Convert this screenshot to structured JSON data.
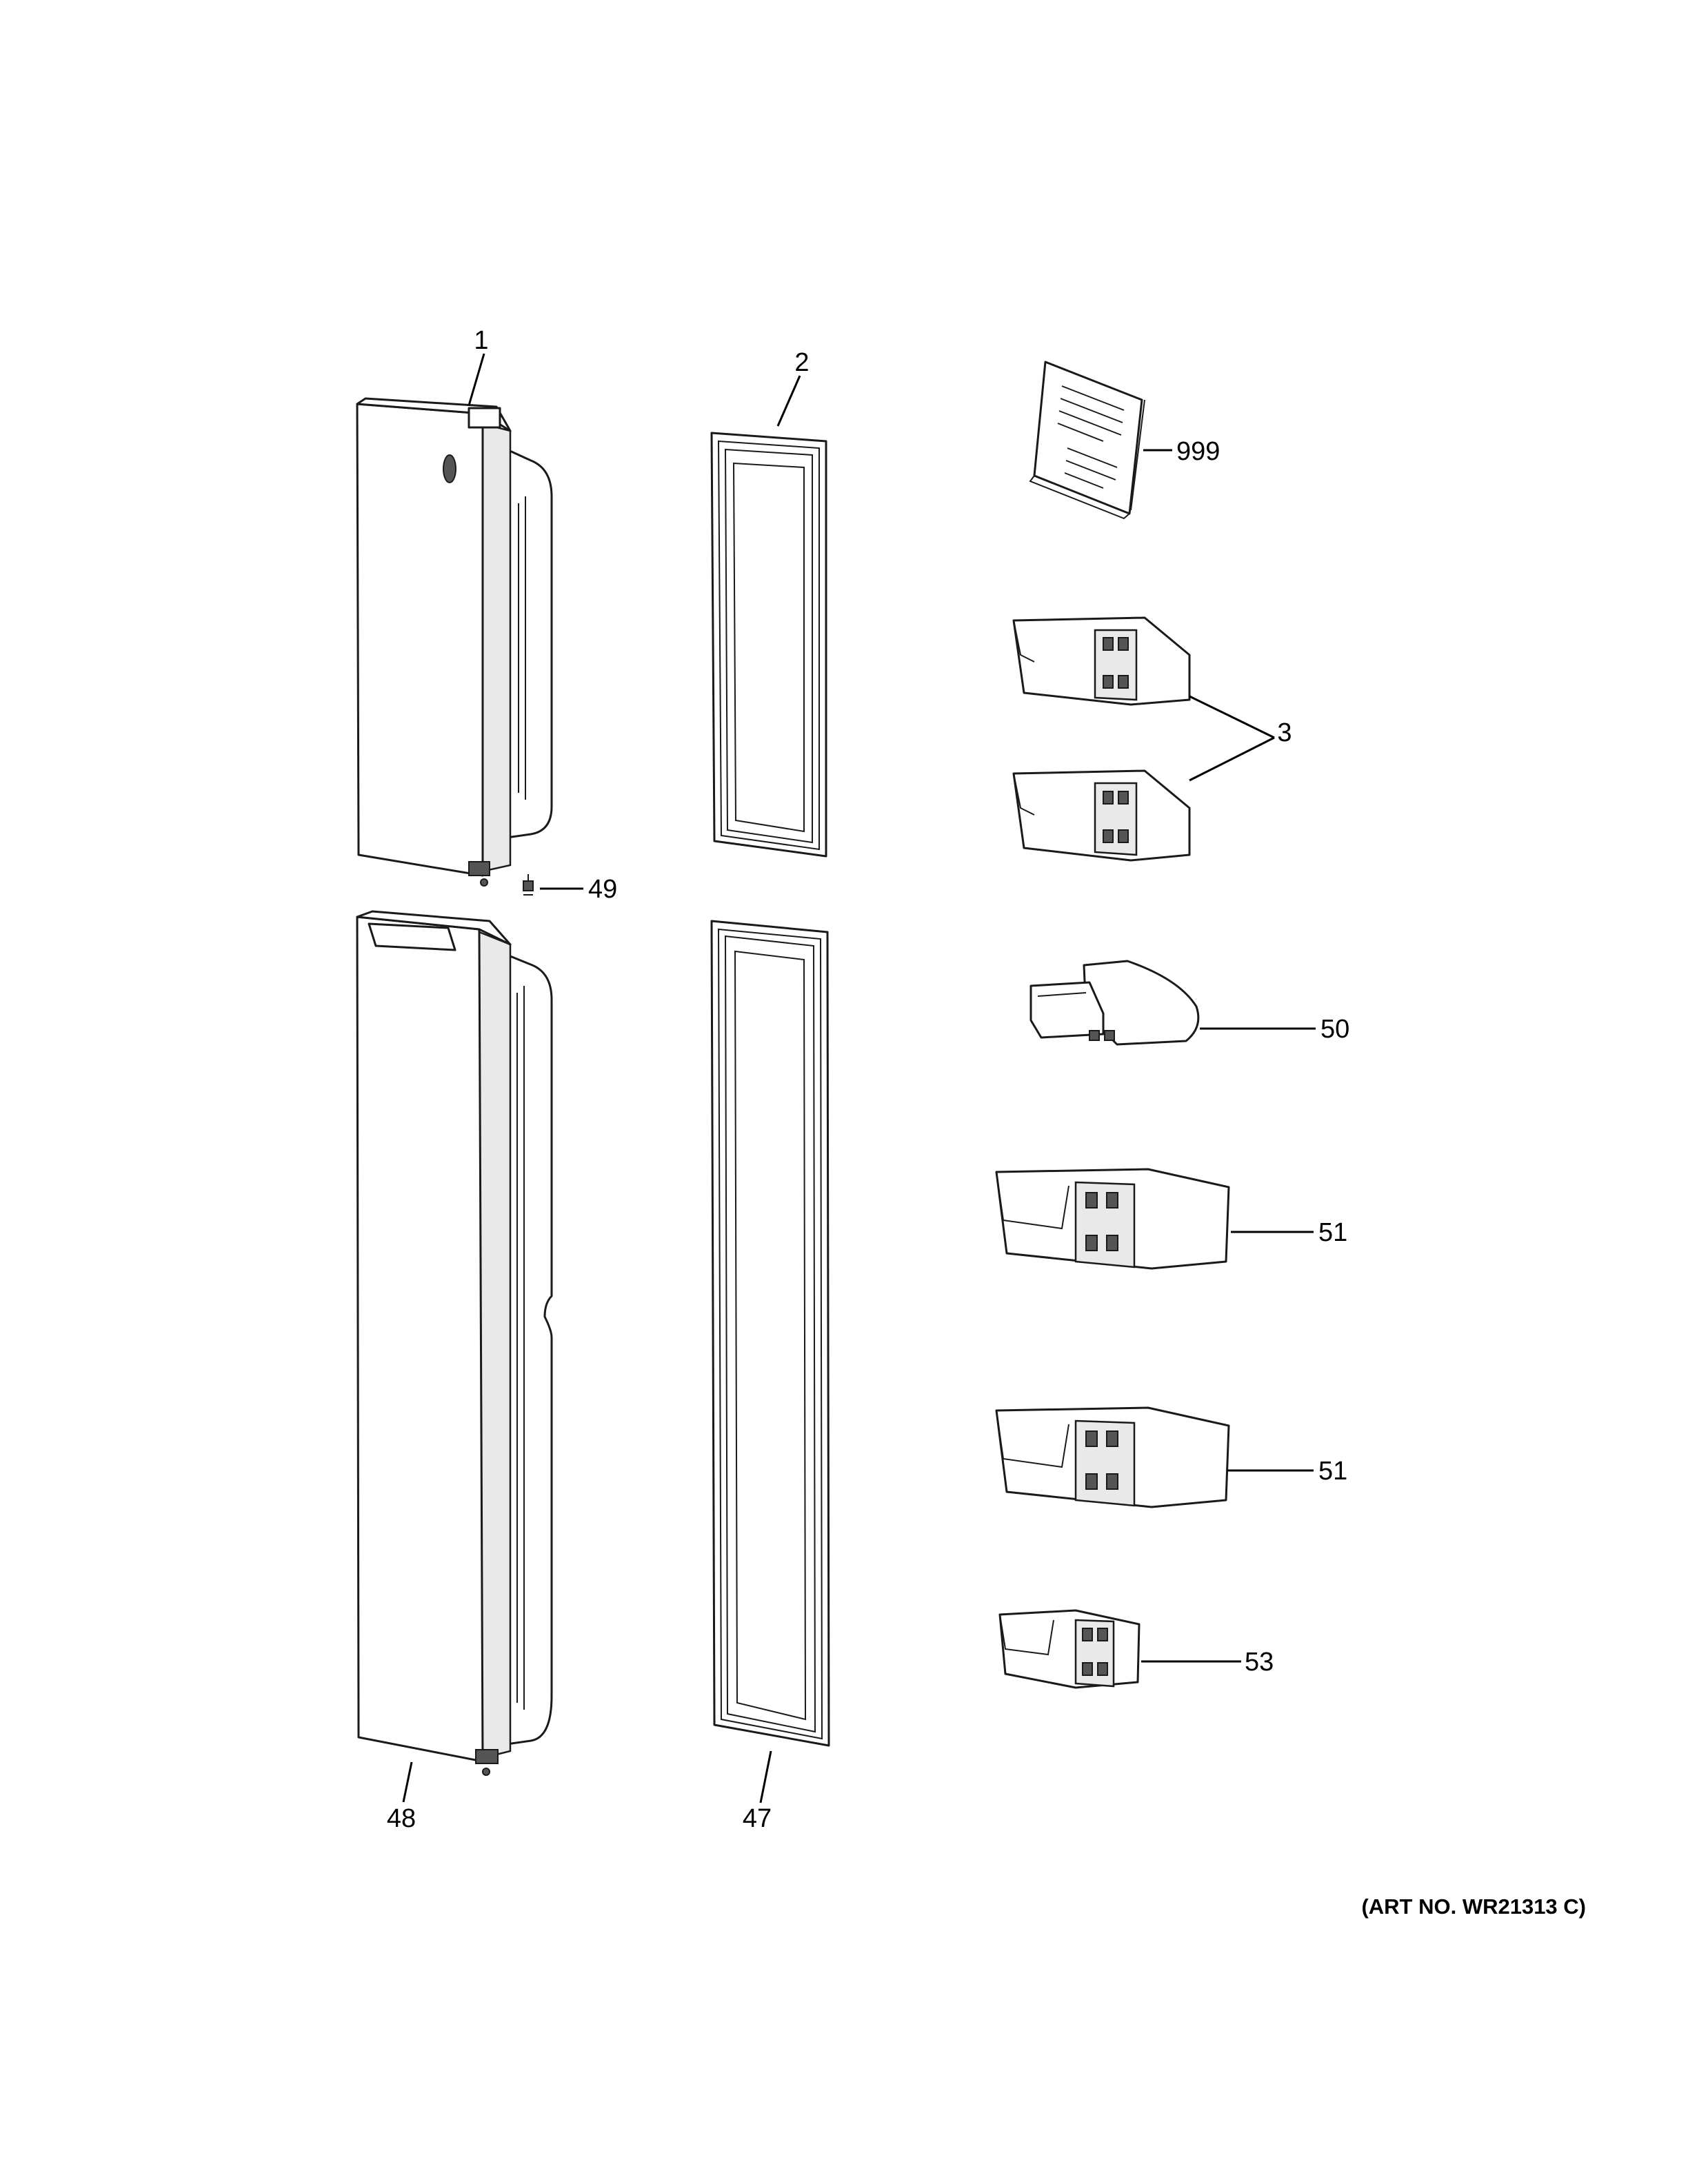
{
  "callouts": {
    "c1": "1",
    "c2": "2",
    "c999": "999",
    "c3": "3",
    "c49": "49",
    "c50": "50",
    "c51a": "51",
    "c51b": "51",
    "c53": "53",
    "c48": "48",
    "c47": "47"
  },
  "art_number": "(ART NO. WR21313 C)"
}
